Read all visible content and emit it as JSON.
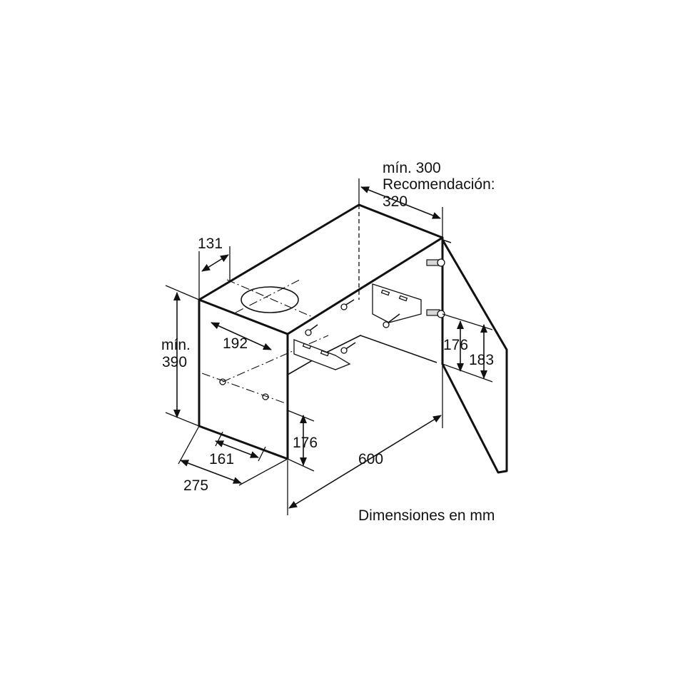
{
  "diagram": {
    "caption": "Dimensiones en mm",
    "dimensions": {
      "depth_min": "mín. 300",
      "depth_recommendation": "Recomendación:",
      "depth_recommended_value": "320",
      "outlet_offset": "131",
      "outlet_depth": "192",
      "height_min_label": "mín.",
      "height_min_value": "390",
      "bracket_height_left": "176",
      "bracket_height_right": "176",
      "bracket_height_right_total": "183",
      "screw_offset": "161",
      "side_depth": "275",
      "width": "600"
    }
  }
}
